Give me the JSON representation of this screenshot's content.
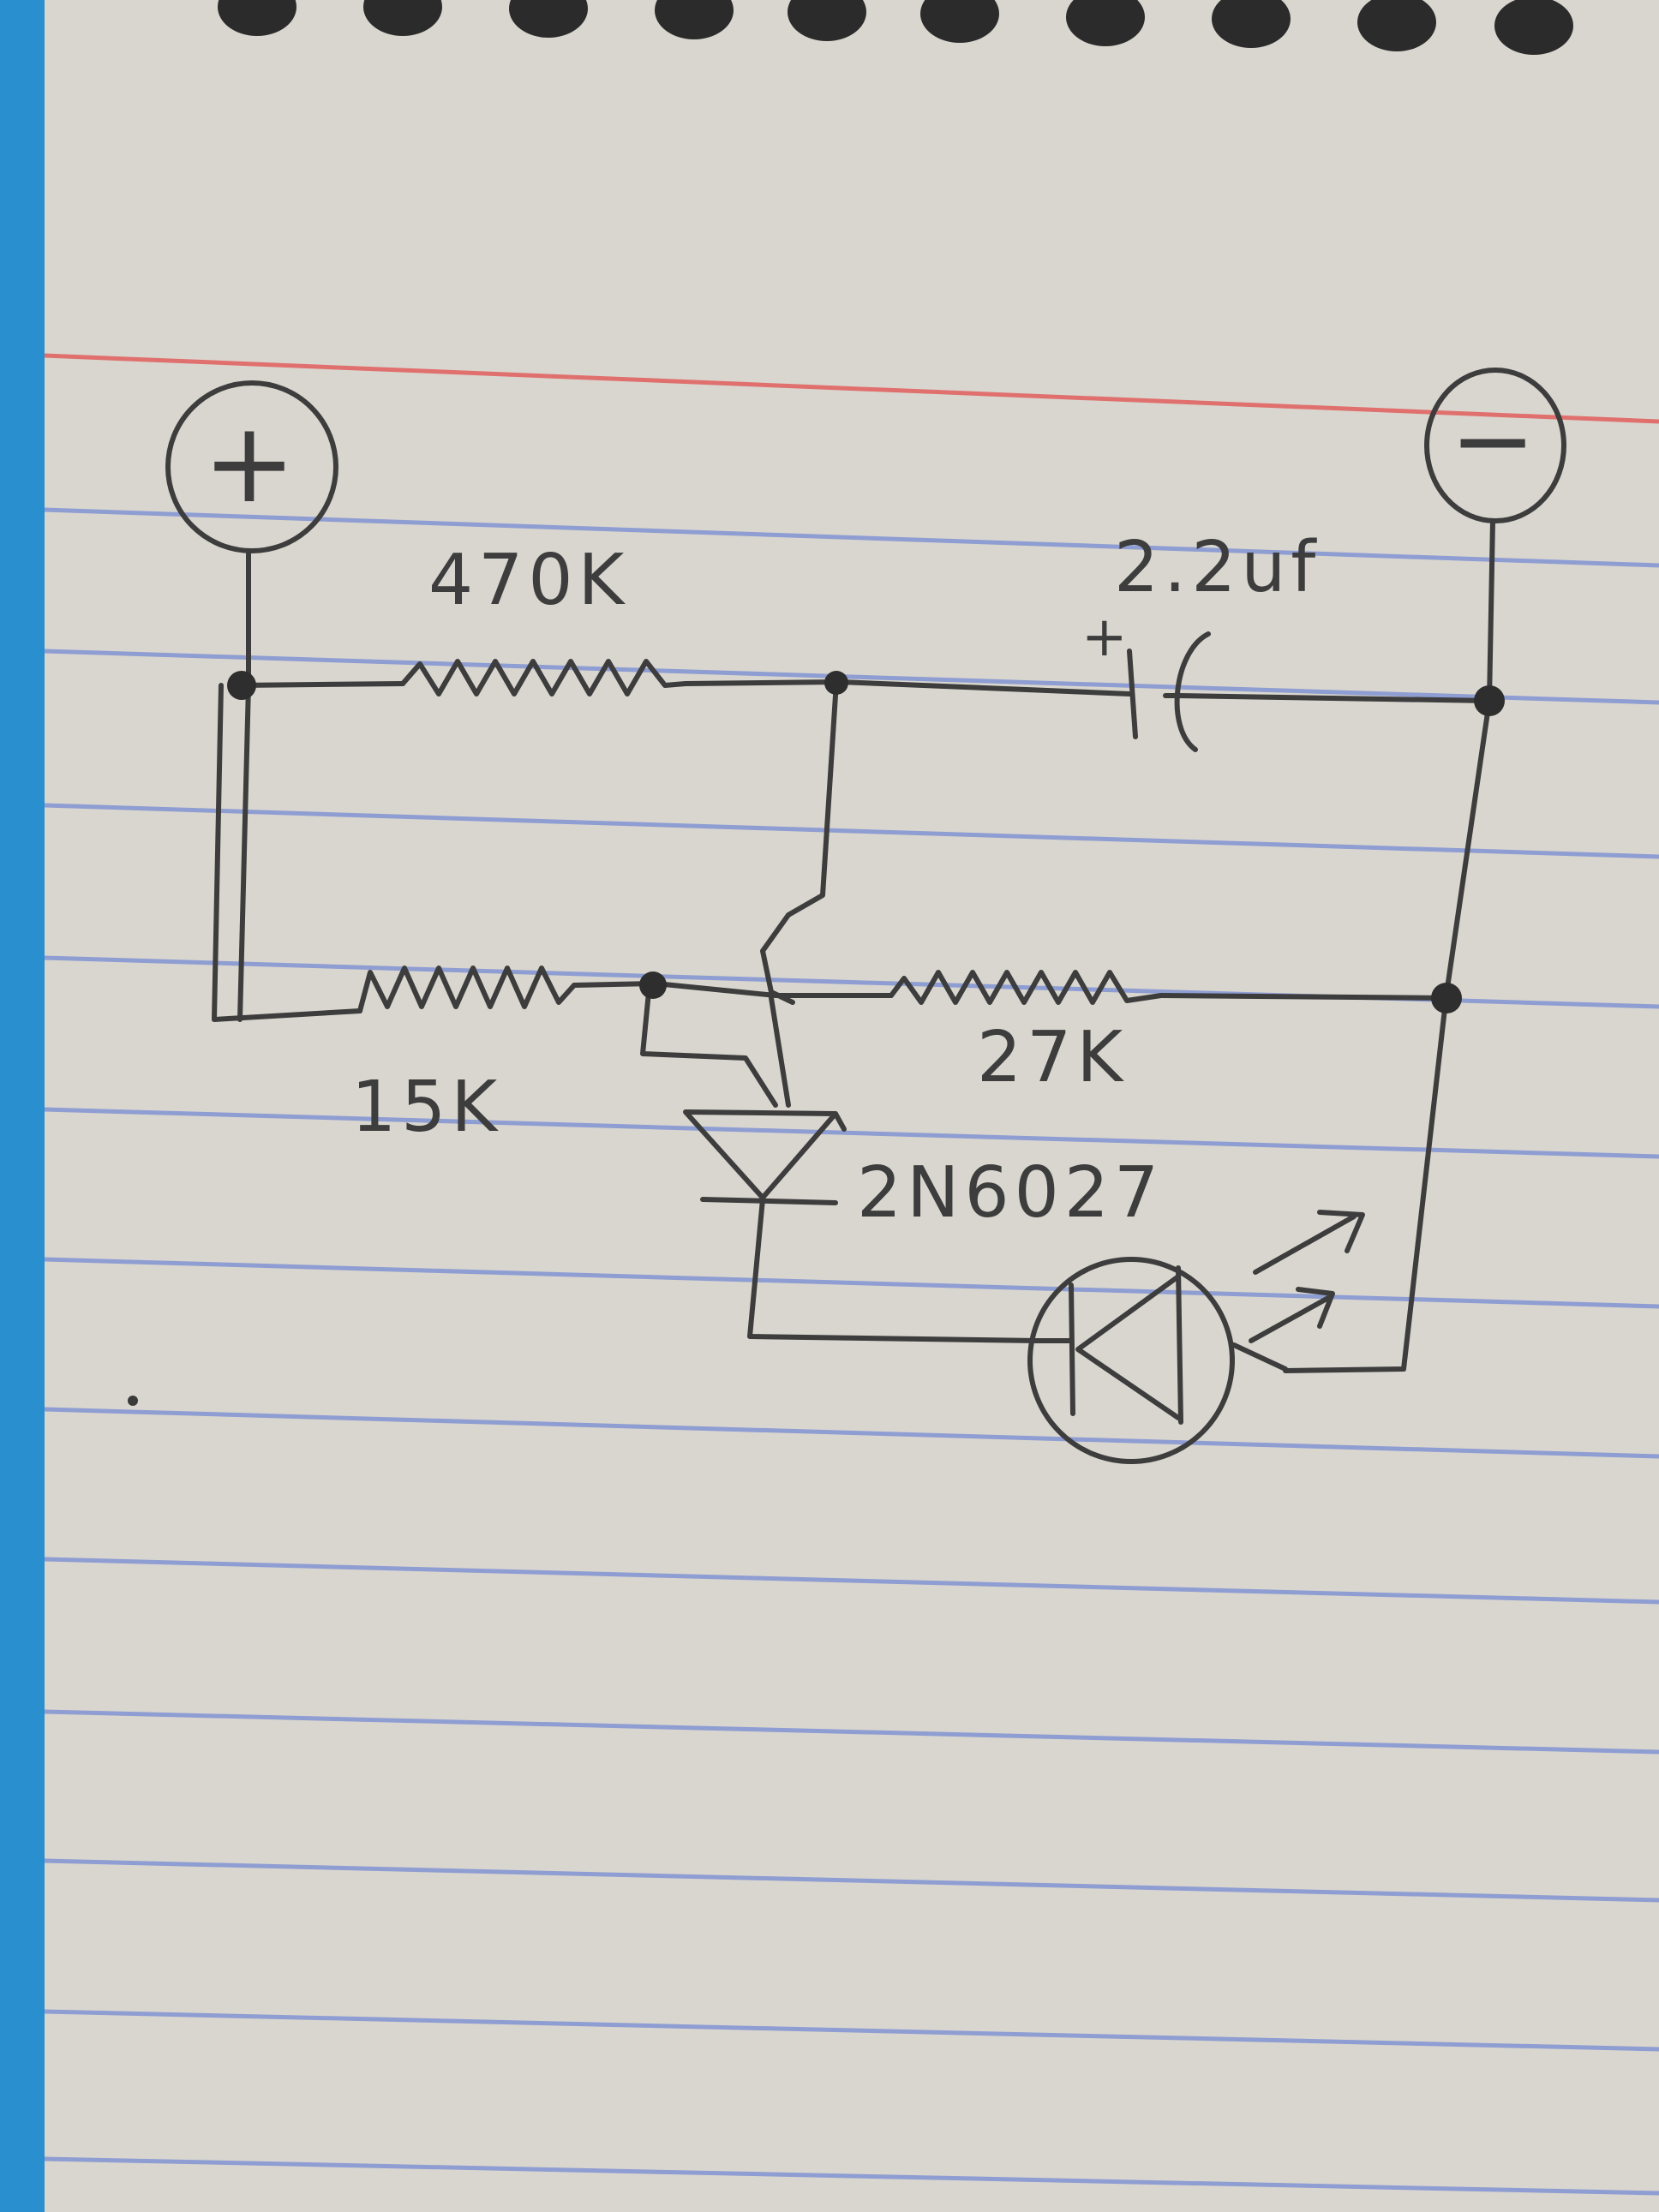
{
  "labels": {
    "positive_terminal": "+",
    "negative_terminal": "−",
    "r1_value": "470K",
    "c1_value": "2.2uf",
    "c1_polarity": "+",
    "r2_value": "15K",
    "r3_value": "27K",
    "thyristor_part": "2N6027"
  },
  "colors": {
    "paper": "#d9d6cf",
    "rule_line": "#8e9dd2",
    "margin_line": "#e0706e",
    "ink": "#3d3d3d",
    "binding_edge": "#2a8fce"
  },
  "icons": {
    "spiral_binding": "spiral-rings-icon",
    "resistor": "zigzag-resistor-icon",
    "capacitor": "polarized-capacitor-icon",
    "thyristor": "put-thyristor-icon",
    "led": "led-icon"
  }
}
